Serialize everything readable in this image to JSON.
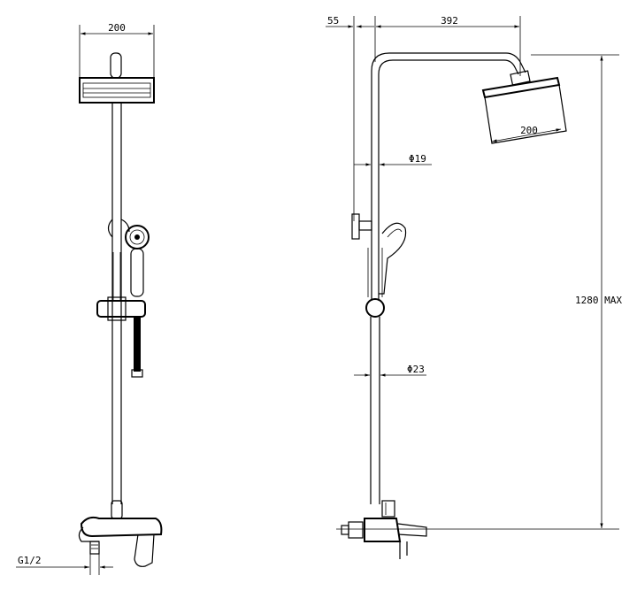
{
  "front_view": {
    "head_width_label": "200",
    "thread_label": "G1/2"
  },
  "side_view": {
    "offset_label": "55",
    "reach_label": "392",
    "head_width_label": "200",
    "upper_pipe_diameter_label": "Φ19",
    "lower_pipe_diameter_label": "Φ23",
    "height_label": "1280 MAX"
  }
}
